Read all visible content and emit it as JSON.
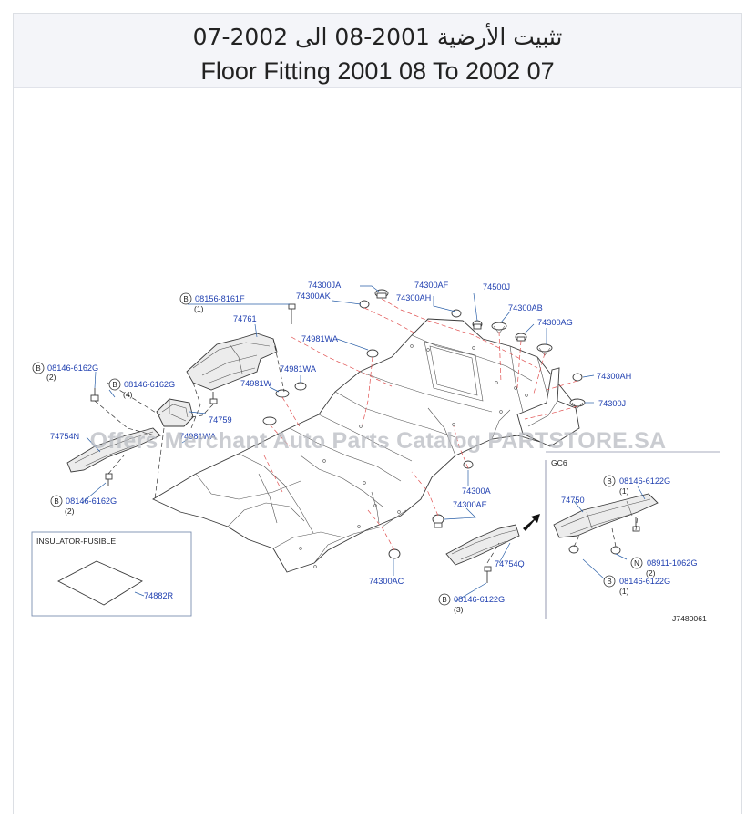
{
  "header": {
    "title_ar": "تثبيت الأرضية 2001-08 الى 2002-07",
    "title_en": "Floor Fitting 2001 08 To 2002 07"
  },
  "watermark": "Offers Merchant Auto Parts Catalog PARTSTORE.SA",
  "diagram": {
    "code": "J7480061",
    "inset_title": "INSULATOR-FUSIBLE",
    "inset_part": "74882R",
    "callout_tag": "GC6",
    "parts": {
      "p74300ja": "74300JA",
      "p74300af": "74300AF",
      "p74500j": "74500J",
      "p74300ak": "74300AK",
      "p74300ah_top": "74300AH",
      "p74300ab": "74300AB",
      "p74300ag": "74300AG",
      "p74761": "74761",
      "p74981wa_1": "74981WA",
      "p74981wa_2": "74981WA",
      "p74981w": "74981W",
      "p74759": "74759",
      "p74754n": "74754N",
      "p74981wa_3": "74981WA",
      "p74300ah_right": "74300AH",
      "p74300j": "74300J",
      "p74300a": "74300A",
      "p74300ae": "74300AE",
      "p74754q": "74754Q",
      "p74300ac": "74300AC",
      "p74750": "74750"
    },
    "bolts": {
      "b1": {
        "badge": "B",
        "part": "08156-8161F",
        "qty": "(1)"
      },
      "b2": {
        "badge": "B",
        "part": "08146-6162G",
        "qty": "(2)"
      },
      "b3": {
        "badge": "B",
        "part": "08146-6162G",
        "qty": "(4)"
      },
      "b4": {
        "badge": "B",
        "part": "08146-6162G",
        "qty": "(2)"
      },
      "b5": {
        "badge": "B",
        "part": "08146-6122G",
        "qty": "(3)"
      },
      "b6": {
        "badge": "B",
        "part": "08146-6122G",
        "qty": "(1)"
      },
      "n1": {
        "badge": "N",
        "part": "08911-1062G",
        "qty": "(2)"
      },
      "b7": {
        "badge": "B",
        "part": "08146-6122G",
        "qty": "(1)"
      }
    }
  }
}
